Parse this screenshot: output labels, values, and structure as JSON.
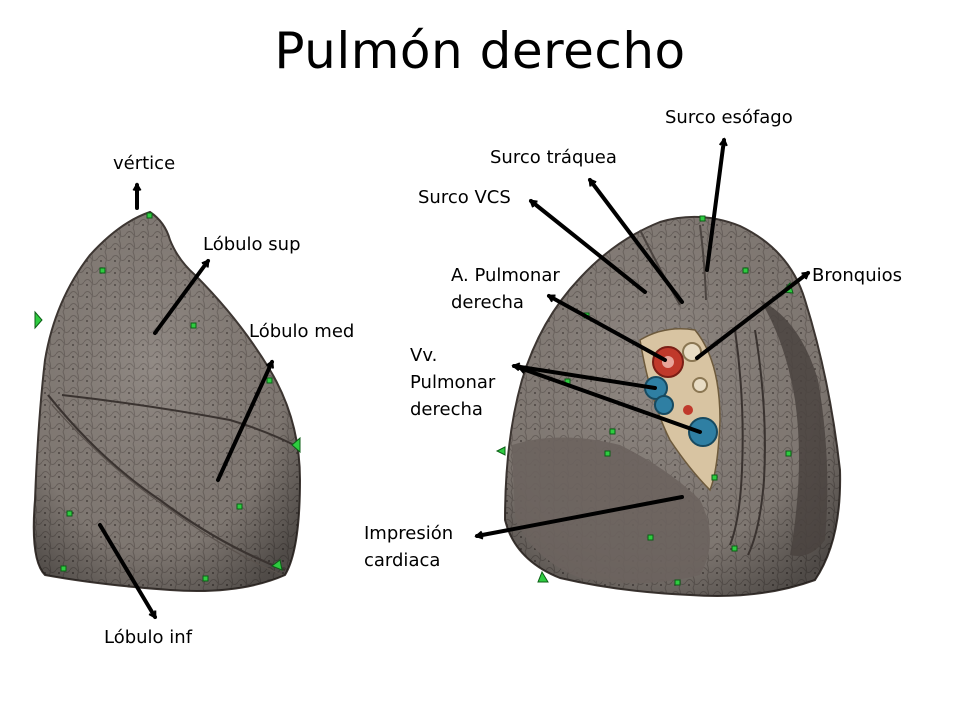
{
  "title": "Pulmón derecho",
  "labels": {
    "vertice": "vértice",
    "lobulo_sup": "Lóbulo sup",
    "lobulo_med": "Lóbulo med",
    "lobulo_inf": "Lóbulo inf",
    "surco_esofago": "Surco esófago",
    "surco_traquea": "Surco tráquea",
    "surco_vcs": "Surco VCS",
    "arteria_pulmonar": [
      "A. Pulmonar",
      "derecha"
    ],
    "bronquios": "Bronquios",
    "venas_pulmonar": [
      "Vv.",
      "Pulmonar",
      "derecha"
    ],
    "impresion_cardiaca": [
      "Impresión",
      "cardiaca"
    ]
  },
  "colors": {
    "lung_tissue": "#7e7670",
    "lung_dark": "#4f4843",
    "artery": "#c0392b",
    "vein": "#2f7fa3",
    "bronchus": "#d9c8a8",
    "marker": "#2ecc40",
    "arrow": "#000000"
  }
}
